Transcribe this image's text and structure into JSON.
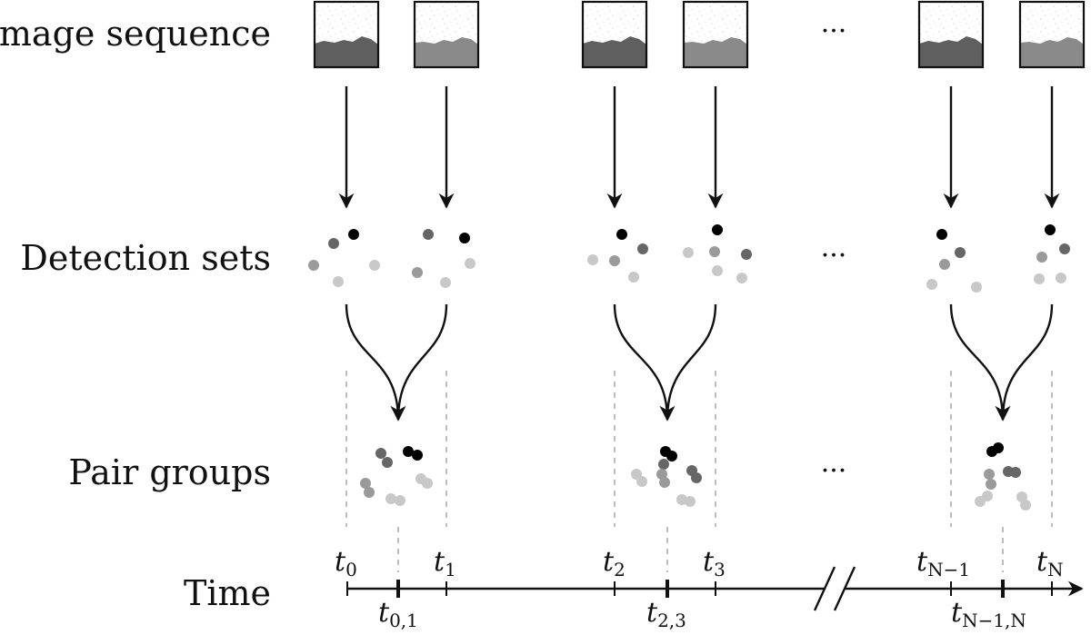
{
  "rows": {
    "image_sequence": "Image sequence",
    "detection_sets": "Detection sets",
    "pair_groups": "Pair groups",
    "time": "Time"
  },
  "ellipsis": "···",
  "time_ticks_top": [
    {
      "var": "t",
      "sub": "0"
    },
    {
      "var": "t",
      "sub": "1"
    },
    {
      "var": "t",
      "sub": "2"
    },
    {
      "var": "t",
      "sub": "3"
    },
    {
      "var": "t",
      "sub": "N−1"
    },
    {
      "var": "t",
      "sub": "N"
    }
  ],
  "time_ticks_bottom": [
    {
      "var": "t",
      "sub": "0,1"
    },
    {
      "var": "t",
      "sub": "2,3"
    },
    {
      "var": "t",
      "sub": "N−1,N"
    }
  ],
  "colors": {
    "ink": "#111111",
    "frame_dark": "#5f5f5f",
    "frame_light": "#8a8a8a",
    "dash": "#bdbdbd",
    "dot_shades": [
      "#000000",
      "#666666",
      "#9a9a9a",
      "#c8c8c8"
    ]
  }
}
